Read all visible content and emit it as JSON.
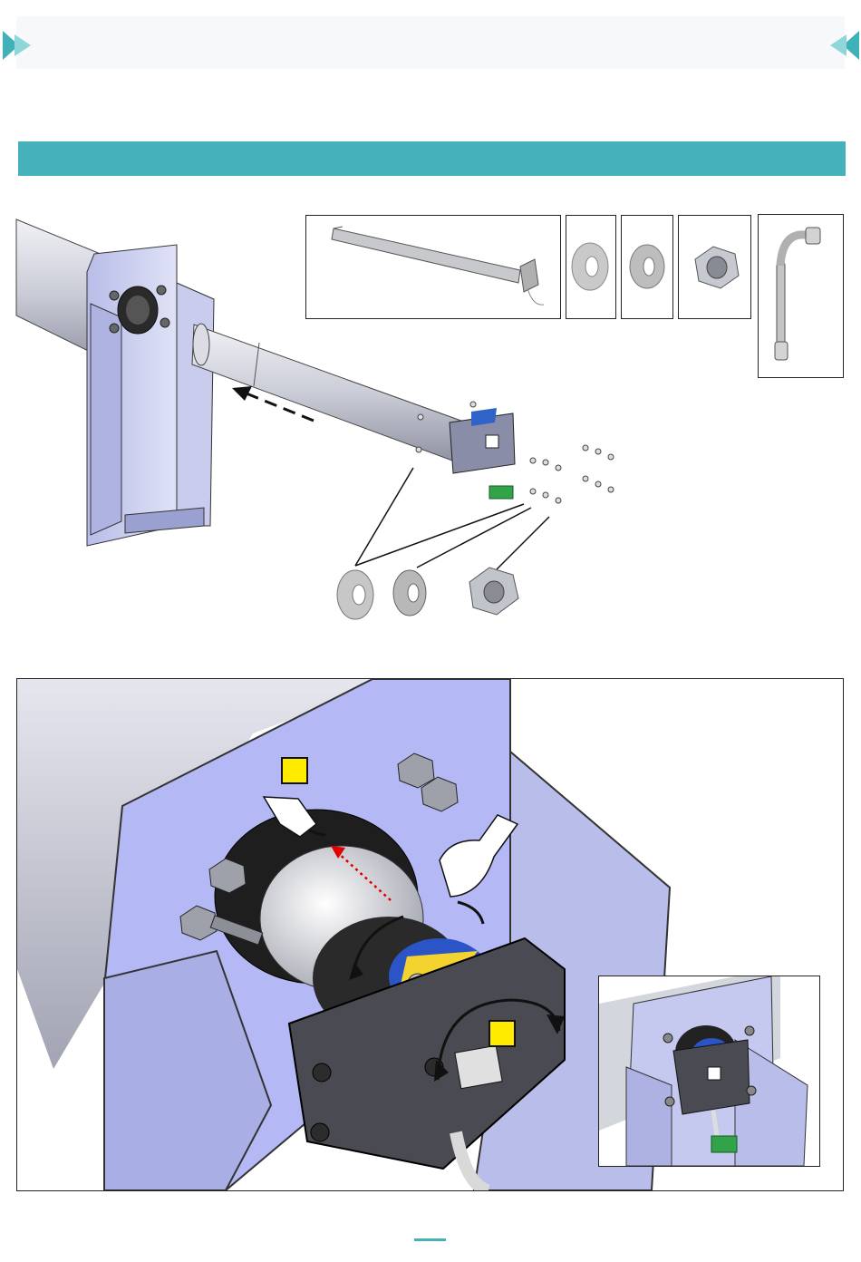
{
  "page": {
    "header": {
      "left_icon": "teal-triangles-icon",
      "right_icon": "teal-triangles-icon"
    },
    "title_bar": {
      "text": "",
      "color": "#45b2bb"
    },
    "parts_panel": {
      "parts": [
        {
          "name": "tubular-motor"
        },
        {
          "name": "flat-washer"
        },
        {
          "name": "spring-washer"
        },
        {
          "name": "hex-nut"
        },
        {
          "name": "socket-wrench"
        }
      ]
    },
    "callouts": [
      {
        "name": "flat-washer"
      },
      {
        "name": "spring-washer"
      },
      {
        "name": "hex-nut"
      }
    ],
    "detail": {
      "badges": [
        {
          "color": "#ffeb00"
        },
        {
          "color": "#ffeb00"
        }
      ],
      "arrow_color": "#e00000"
    },
    "footer": {
      "accent": "#45b2bb"
    }
  }
}
